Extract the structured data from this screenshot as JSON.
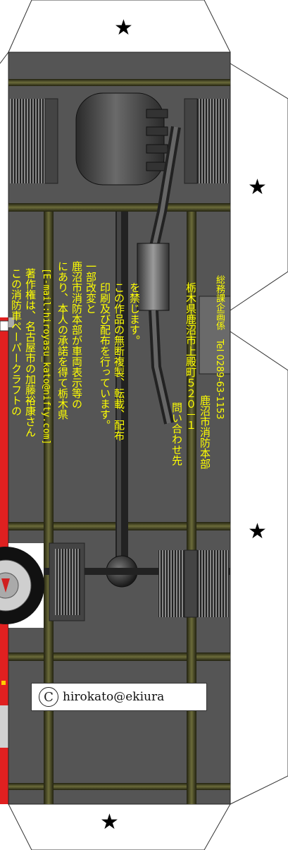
{
  "stars": [
    "★",
    "★",
    "★",
    "★"
  ],
  "credits": {
    "lines": [
      "この消防車ペーパークラフトの",
      "著作権は、名古屋市の加藤裕康さん",
      "[E-mail:hiroyasu_kato@nifty.com]",
      "にあり、本人の承諾を得て栃木県",
      "鹿沼市消防本部が車両表示等の",
      "一部改変と",
      "印刷及び配布を行っています。",
      "この作品の無断複製、転載、配布",
      "を禁じます。"
    ],
    "contact": [
      "問い合わせ先",
      "栃木県鹿沼市上殿町５２０－１",
      "鹿沼市消防本部",
      "総務課企画係　Tel 0289-63-1153"
    ]
  },
  "copyright": {
    "symbol": "C",
    "text": "hirokato@ekiura"
  },
  "colors": {
    "panel": "#555555",
    "rail": "#3a3a1a",
    "text": "#ffff00",
    "truck_red": "#e02020"
  }
}
